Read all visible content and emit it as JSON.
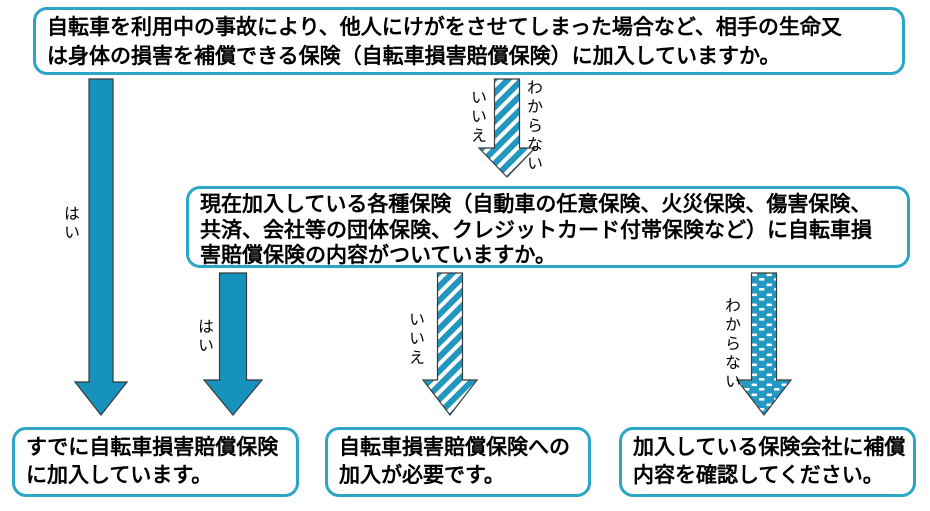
{
  "flow": {
    "q1": {
      "lines": [
        "自転車を利用中の事故により、他人にけがをさせてしまった場合など、相手の生命又",
        "は身体の損害を補償できる保険（自転車損害賠償保険）に加入していますか。"
      ]
    },
    "q2": {
      "lines": [
        "現在加入している各種保険（自動車の任意保険、火災保険、傷害保険、",
        "共済、会社等の団体保険、クレジットカード付帯保険など）に自転車損",
        "害賠償保険の内容がついていますか。"
      ]
    },
    "labels": {
      "yes1": "はい",
      "no1": "いいえ",
      "unknown1": "わからない",
      "yes2": "はい",
      "no2": "いいえ",
      "unknown2": "わからない"
    },
    "outcomes": {
      "already": {
        "lines": [
          "すでに自転車損害賠償保険",
          "に加入しています。"
        ]
      },
      "need": {
        "lines": [
          "自転車損害賠償保険への",
          "加入が必要です。"
        ]
      },
      "check": {
        "lines": [
          "加入している保険会社に補償",
          "内容を確認してください。"
        ]
      }
    },
    "arrows": [
      {
        "name": "q1-yes-arrow",
        "style": "solid"
      },
      {
        "name": "q1-no-arrow",
        "style": "diagonal-stripes"
      },
      {
        "name": "q2-yes-arrow",
        "style": "solid"
      },
      {
        "name": "q2-no-arrow",
        "style": "diagonal-stripes"
      },
      {
        "name": "q2-unknown-arrow",
        "style": "horizontal-dashes"
      }
    ]
  },
  "colors": {
    "arrow": "#1792BD",
    "stripe": "#2196BE",
    "dashbg": "#2399C2",
    "border": "#2BA6C6",
    "text": "#000000"
  }
}
